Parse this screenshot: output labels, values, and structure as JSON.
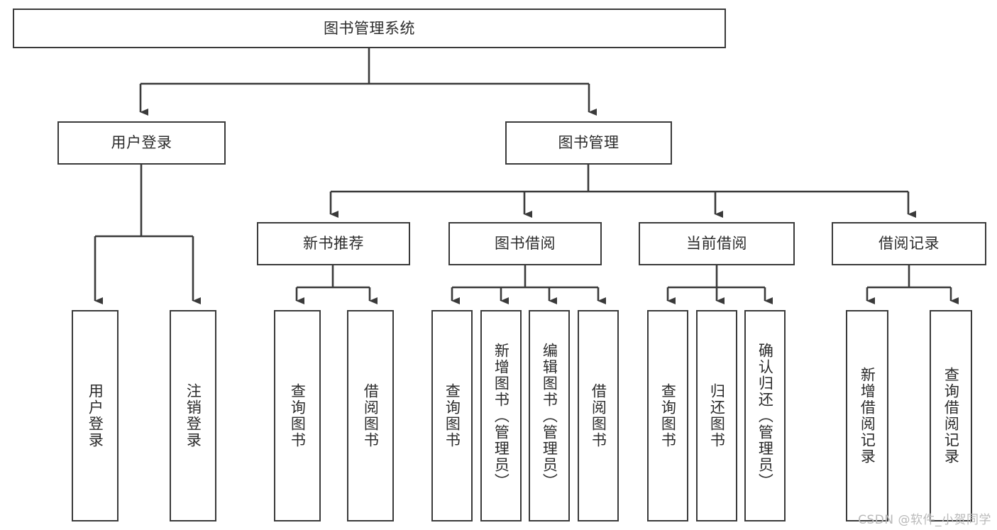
{
  "diagram": {
    "type": "tree",
    "title": "图书管理系统",
    "orientation": "top-down",
    "line_color": "#3a3a3a",
    "text_color": "#2b2b2b",
    "background_color": "#ffffff",
    "nodes": {
      "root": {
        "label": "图书管理系统",
        "level": 1,
        "text_direction": "horizontal"
      },
      "l2_1": {
        "label": "用户登录",
        "level": 2,
        "text_direction": "horizontal"
      },
      "l2_2": {
        "label": "图书管理",
        "level": 2,
        "text_direction": "horizontal"
      },
      "l3_1": {
        "label": "新书推荐",
        "level": 3,
        "text_direction": "horizontal"
      },
      "l3_2": {
        "label": "图书借阅",
        "level": 3,
        "text_direction": "horizontal"
      },
      "l3_3": {
        "label": "当前借阅",
        "level": 3,
        "text_direction": "horizontal"
      },
      "l3_4": {
        "label": "借阅记录",
        "level": 3,
        "text_direction": "horizontal"
      },
      "leaf_1": {
        "label": "用户登录",
        "level": 4,
        "text_direction": "vertical",
        "parent": "用户登录"
      },
      "leaf_2": {
        "label": "注销登录",
        "level": 4,
        "text_direction": "vertical",
        "parent": "用户登录"
      },
      "leaf_3": {
        "label": "查询图书",
        "level": 4,
        "text_direction": "vertical",
        "parent": "新书推荐"
      },
      "leaf_4": {
        "label": "借阅图书",
        "level": 4,
        "text_direction": "vertical",
        "parent": "新书推荐"
      },
      "leaf_5": {
        "label": "查询图书",
        "level": 4,
        "text_direction": "vertical",
        "parent": "图书借阅"
      },
      "leaf_6": {
        "label": "新增图书（管理员）",
        "level": 4,
        "text_direction": "vertical",
        "parent": "图书借阅"
      },
      "leaf_7": {
        "label": "编辑图书（管理员）",
        "level": 4,
        "text_direction": "vertical",
        "parent": "图书借阅"
      },
      "leaf_8": {
        "label": "借阅图书",
        "level": 4,
        "text_direction": "vertical",
        "parent": "图书借阅"
      },
      "leaf_9": {
        "label": "查询图书",
        "level": 4,
        "text_direction": "vertical",
        "parent": "当前借阅"
      },
      "leaf_10": {
        "label": "归还图书",
        "level": 4,
        "text_direction": "vertical",
        "parent": "当前借阅"
      },
      "leaf_11": {
        "label": "确认归还（管理员）",
        "level": 4,
        "text_direction": "vertical",
        "parent": "当前借阅"
      },
      "leaf_12": {
        "label": "新增借阅记录",
        "level": 4,
        "text_direction": "vertical",
        "parent": "借阅记录"
      },
      "leaf_13": {
        "label": "查询借阅记录",
        "level": 4,
        "text_direction": "vertical",
        "parent": "借阅记录"
      }
    },
    "edges": [
      {
        "from": "root",
        "to": "l2_1"
      },
      {
        "from": "root",
        "to": "l2_2"
      },
      {
        "from": "l2_1",
        "to": "leaf_1"
      },
      {
        "from": "l2_1",
        "to": "leaf_2"
      },
      {
        "from": "l2_2",
        "to": "l3_1"
      },
      {
        "from": "l2_2",
        "to": "l3_2"
      },
      {
        "from": "l2_2",
        "to": "l3_3"
      },
      {
        "from": "l2_2",
        "to": "l3_4"
      },
      {
        "from": "l3_1",
        "to": "leaf_3"
      },
      {
        "from": "l3_1",
        "to": "leaf_4"
      },
      {
        "from": "l3_2",
        "to": "leaf_5"
      },
      {
        "from": "l3_2",
        "to": "leaf_6"
      },
      {
        "from": "l3_2",
        "to": "leaf_7"
      },
      {
        "from": "l3_2",
        "to": "leaf_8"
      },
      {
        "from": "l3_3",
        "to": "leaf_9"
      },
      {
        "from": "l3_3",
        "to": "leaf_10"
      },
      {
        "from": "l3_3",
        "to": "leaf_11"
      },
      {
        "from": "l3_4",
        "to": "leaf_12"
      },
      {
        "from": "l3_4",
        "to": "leaf_13"
      }
    ]
  },
  "watermark": {
    "text": "CSDN @软件_小贺同学"
  }
}
